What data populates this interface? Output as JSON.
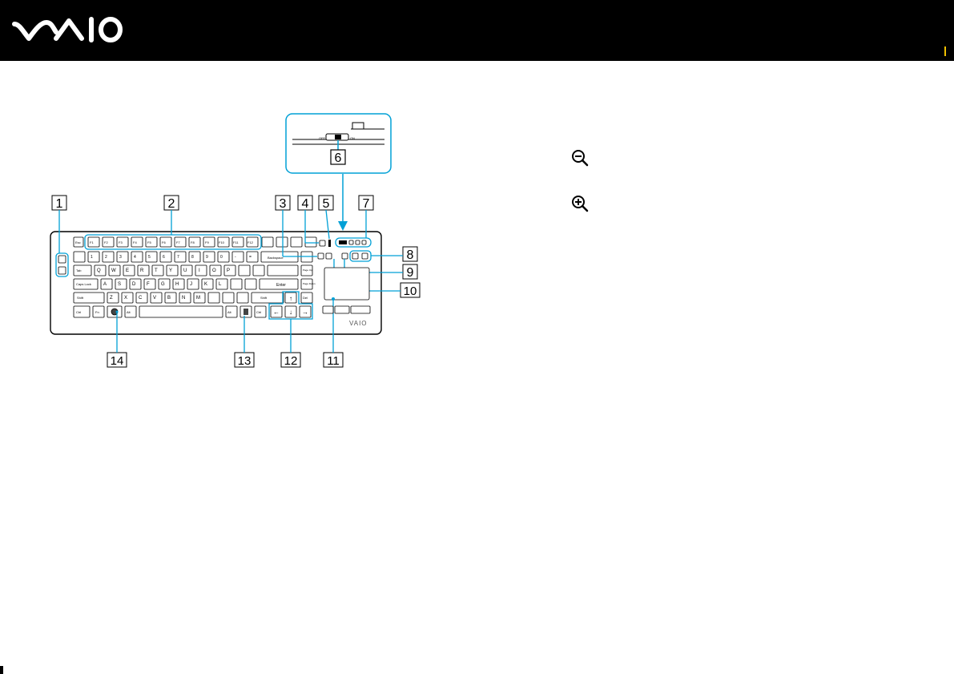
{
  "header": {
    "logo": "VAIO",
    "logo_color": "#ffffff",
    "background": "#000000"
  },
  "callout_color": "#00a0d6",
  "callouts": [
    "1",
    "2",
    "3",
    "4",
    "5",
    "6",
    "7",
    "8",
    "9",
    "10",
    "11",
    "12",
    "13",
    "14"
  ],
  "slide_switch": {
    "off_label": "OFF",
    "on_label": "ON"
  },
  "keys": {
    "esc": "Esc",
    "f": [
      "F1",
      "F2",
      "F3",
      "F4",
      "F5",
      "F6",
      "F7",
      "F8",
      "F9",
      "F10",
      "F11",
      "F12"
    ],
    "row_num": [
      "1",
      "2",
      "3",
      "4",
      "5",
      "6",
      "7",
      "8",
      "9",
      "0",
      "-",
      "="
    ],
    "row_q": [
      "Q",
      "W",
      "E",
      "R",
      "T",
      "Y",
      "U",
      "I",
      "O",
      "P"
    ],
    "row_a": [
      "A",
      "S",
      "D",
      "F",
      "G",
      "H",
      "J",
      "K",
      "L"
    ],
    "row_z": [
      "Z",
      "X",
      "C",
      "V",
      "B",
      "N",
      "M"
    ],
    "tab": "Tab",
    "caps": "Caps Lock",
    "shift": "Shift",
    "shift_r": "Shift",
    "enter": "Enter",
    "backspace": "Backspace",
    "ctrl": "Ctrl",
    "ctrl_r": "Ctrl",
    "fn": "Fn",
    "alt": "Alt",
    "alt_r": "Alt",
    "del": "Del",
    "page_up": "Page Up",
    "page_down": "Page Down",
    "arrows": [
      "↑",
      "←",
      "↓",
      "→"
    ]
  },
  "touchpad_logo": "VAIO",
  "zoom_icons": [
    "zoom-out-icon",
    "zoom-in-icon"
  ]
}
